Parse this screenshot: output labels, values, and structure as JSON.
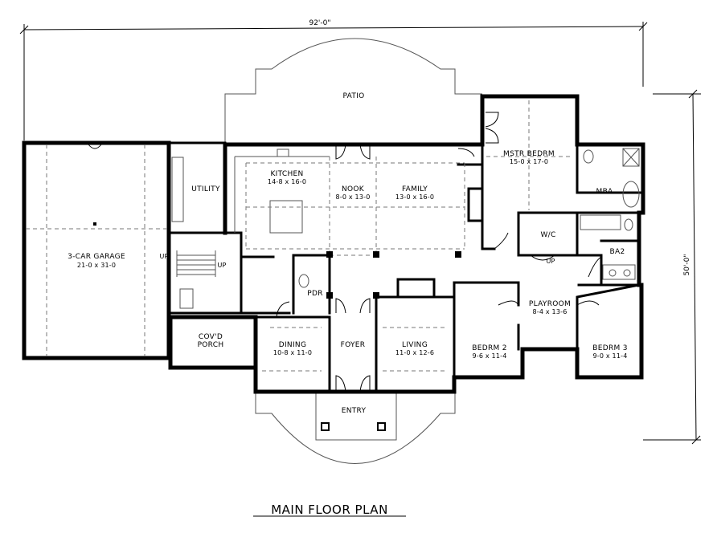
{
  "plan": {
    "title": "MAIN FLOOR PLAN",
    "overall_width": "92'-0\"",
    "overall_depth": "50'-0\"",
    "labels": {
      "patio": "PATIO",
      "entry": "ENTRY",
      "covd_porch_line1": "COV'D",
      "covd_porch_line2": "PORCH",
      "utility": "UTILITY",
      "up_garage": "UP",
      "up_stair": "UP",
      "up_hall": "UP",
      "pdr": "PDR",
      "wic": "W/C",
      "mba": "MBA",
      "ba2": "BA2"
    },
    "rooms": {
      "garage": {
        "name": "3-CAR GARAGE",
        "size": "21-0 x 31-0"
      },
      "kitchen": {
        "name": "KITCHEN",
        "size": "14-8 x 16-0"
      },
      "nook": {
        "name": "NOOK",
        "size": "8-0 x 13-0"
      },
      "family": {
        "name": "FAMILY",
        "size": "13-0 x 16-0"
      },
      "mstr_bedrm": {
        "name": "MSTR BEDRM",
        "size": "15-0 x 17-0"
      },
      "dining": {
        "name": "DINING",
        "size": "10-8 x 11-0"
      },
      "foyer": {
        "name": "FOYER"
      },
      "living": {
        "name": "LIVING",
        "size": "11-0 x 12-6"
      },
      "playroom": {
        "name": "PLAYROOM",
        "size": "8-4 x 13-6"
      },
      "bedrm2": {
        "name": "BEDRM 2",
        "size": "9-6 x 11-4"
      },
      "bedrm3": {
        "name": "BEDRM 3",
        "size": "9-0 x 11-4"
      }
    }
  }
}
